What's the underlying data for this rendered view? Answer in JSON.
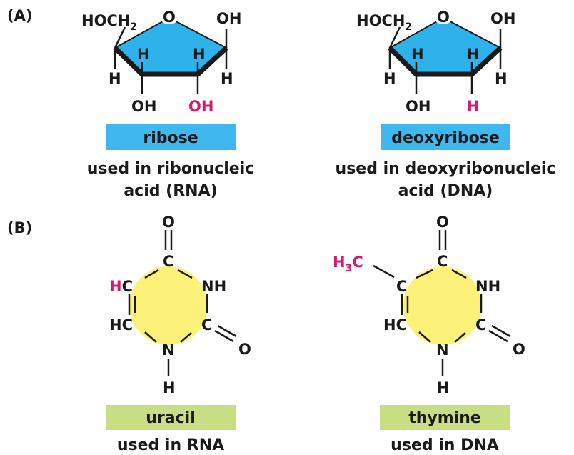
{
  "panel_a": {
    "label": "(A)",
    "ribose": {
      "group_top_left": "HOCH",
      "group_top_left_sub": "2",
      "ring_oxygen": "O",
      "group_right": "OH",
      "h1": "H",
      "h2": "H",
      "h3": "H",
      "h4": "H",
      "oh_bottom_left": "OH",
      "oh_bottom_right": "OH",
      "name": "ribose",
      "caption_line1": "used in ribonucleic",
      "caption_line2": "acid (RNA)"
    },
    "deoxyribose": {
      "group_top_left": "HOCH",
      "group_top_left_sub": "2",
      "ring_oxygen": "O",
      "group_right": "OH",
      "h1": "H",
      "h2": "H",
      "h3": "H",
      "h4": "H",
      "oh_bottom_left": "OH",
      "h_bottom_right": "H",
      "name": "deoxyribose",
      "caption_line1": "used in deoxyribonucleic",
      "caption_line2": "acid (DNA)"
    }
  },
  "panel_b": {
    "label": "(B)",
    "uracil": {
      "o_top": "O",
      "c_top": "C",
      "hc_top_h": "H",
      "hc_top_c": "C",
      "nh": "NH",
      "hc_bottom": "HC",
      "c_right": "C",
      "o_right": "O",
      "n": "N",
      "h_bottom": "H",
      "name": "uracil",
      "caption": "used in RNA"
    },
    "thymine": {
      "o_top": "O",
      "c_top": "C",
      "methyl_h": "H",
      "methyl_sub": "3",
      "methyl_c": "C",
      "c_left": "C",
      "nh": "NH",
      "hc_bottom": "HC",
      "c_right": "C",
      "o_right": "O",
      "n": "N",
      "h_bottom": "H",
      "name": "thymine",
      "caption": "used in DNA"
    }
  },
  "colors": {
    "sugar_fill": "#2eb2ec",
    "base_fill": "#fcf27a",
    "sugar_label_bg": "#3fb7ef",
    "base_label_bg": "#c7de82",
    "highlight": "#d6186f",
    "ink": "#1a1a1a"
  }
}
